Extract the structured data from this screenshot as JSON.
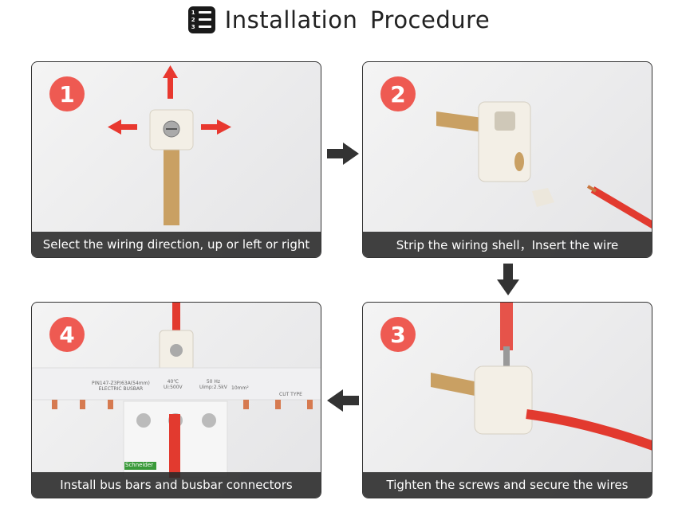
{
  "title": {
    "text": "Installation  Procedure",
    "icon": "numbered-list-icon",
    "icon_numbers": [
      "1",
      "2",
      "3"
    ]
  },
  "colors": {
    "accent": "#ee5a52",
    "caption_bg": "#2a2a2a",
    "arrow": "#333333"
  },
  "steps": [
    {
      "number": "1",
      "caption": "Select the wiring direction, up or left or right"
    },
    {
      "number": "2",
      "caption": "Strip the wiring shell，Insert the wire"
    },
    {
      "number": "3",
      "caption": "Tighten the screws and secure the wires"
    },
    {
      "number": "4",
      "caption": "Install bus bars and busbar connectors"
    }
  ],
  "busbar_labels": [
    "PIN147-Z3P/63A(54mm)",
    "ELECTRIC BUSBAR",
    "40℃",
    "Ui:500V",
    "50 Hz",
    "Uimp:2.5kV",
    "10mm²",
    "CUT TYPE",
    "Schneider"
  ]
}
